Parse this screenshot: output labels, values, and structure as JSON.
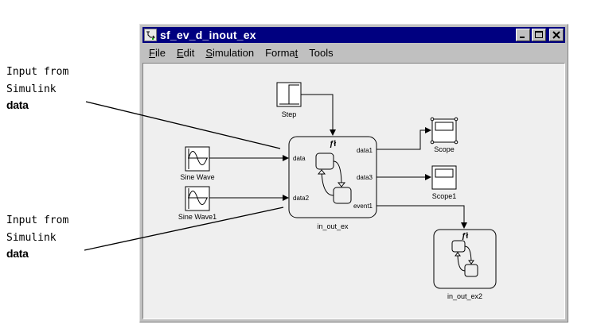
{
  "callouts": [
    {
      "line1": "Input from",
      "line2": "Simulink",
      "line3": "data"
    },
    {
      "line1": "Input from",
      "line2": "Simulink",
      "line3": "data"
    }
  ],
  "window": {
    "title": "sf_ev_d_inout_ex",
    "app_icon": "simulink-model-icon",
    "controls": {
      "minimize": "_",
      "maximize": "□",
      "close": "✕"
    },
    "menu": [
      {
        "label": "File",
        "mnemonic": "F",
        "rest": "ile"
      },
      {
        "label": "Edit",
        "mnemonic": "E",
        "rest": "dit"
      },
      {
        "label": "Simulation",
        "mnemonic": "S",
        "rest": "imulation"
      },
      {
        "label": "Format",
        "pre": "Forma",
        "mnemonic": "t",
        "rest": ""
      },
      {
        "label": "Tools",
        "mnemonic": "",
        "rest": "Tools"
      }
    ]
  },
  "diagram": {
    "blocks": {
      "step": {
        "label": "Step"
      },
      "sine1": {
        "label": "Sine Wave"
      },
      "sine2": {
        "label": "Sine Wave1"
      },
      "chart1": {
        "label": "in_out_ex",
        "ports_in": [
          "data",
          "data2"
        ],
        "ports_out": [
          "data1",
          "data3",
          "event1"
        ]
      },
      "scope": {
        "label": "Scope"
      },
      "scope1": {
        "label": "Scope1"
      },
      "chart2": {
        "label": "in_out_ex2"
      }
    }
  }
}
